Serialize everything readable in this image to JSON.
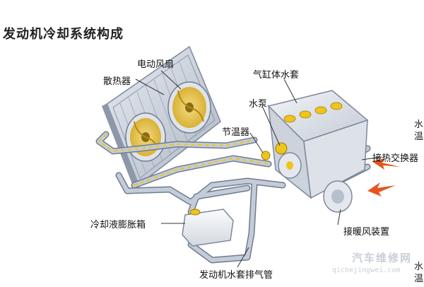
{
  "title": "发动机冷却系统构成",
  "labels": {
    "radiator": "散热器",
    "electric_fan": "电动风扇",
    "cylinder_jacket": "气缸体水套",
    "water_pump": "水泵",
    "thermostat": "节温器",
    "heat_exchanger": "接热交换器",
    "heater": "接暖风装置",
    "expansion_tank": "冷却液膨胀箱",
    "vent_pipe": "发动机水套排气管"
  },
  "edge_text": {
    "a": "水",
    "b": "温",
    "c": "水",
    "d": "温"
  },
  "watermark": {
    "brand": "汽车维修网",
    "url": "qichejingwei.com"
  },
  "colors": {
    "pipe": "#a9b4c4",
    "pipe_dark": "#6f7c90",
    "coolant": "#f0c419",
    "arrow": "#e8541e"
  }
}
